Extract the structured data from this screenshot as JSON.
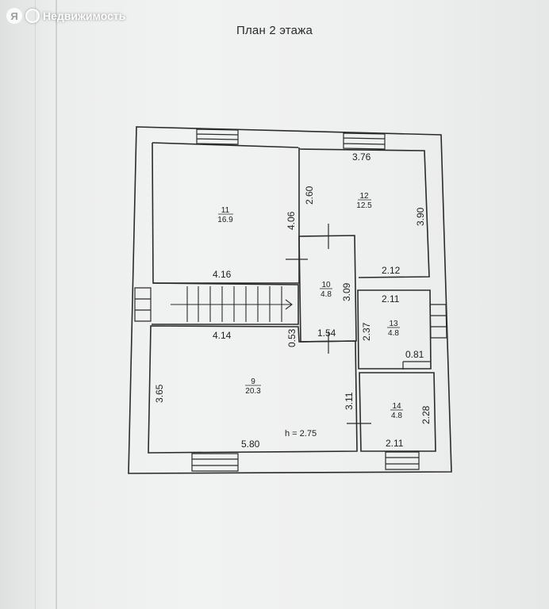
{
  "watermark": {
    "logo": "Я",
    "text": "Недвижимость"
  },
  "title": "План 2 этажа",
  "rooms": [
    {
      "id": "room-11",
      "number": "11",
      "area": "16.9"
    },
    {
      "id": "room-12",
      "number": "12",
      "area": "12.5"
    },
    {
      "id": "room-10",
      "number": "10",
      "area": "4.8"
    },
    {
      "id": "room-13",
      "number": "13",
      "area": "4.8"
    },
    {
      "id": "room-9",
      "number": "9",
      "area": "20.3"
    },
    {
      "id": "room-14",
      "number": "14",
      "area": "4.8"
    }
  ],
  "dimensions": [
    {
      "id": "d-376",
      "text": "3.76"
    },
    {
      "id": "d-260",
      "text": "2.60"
    },
    {
      "id": "d-406",
      "text": "4.06"
    },
    {
      "id": "d-390",
      "text": "3.90"
    },
    {
      "id": "d-416",
      "text": "4.16"
    },
    {
      "id": "d-309",
      "text": "3.09"
    },
    {
      "id": "d-212",
      "text": "2.12"
    },
    {
      "id": "d-211a",
      "text": "2.11"
    },
    {
      "id": "d-414",
      "text": "4.14"
    },
    {
      "id": "d-053",
      "text": "0.53"
    },
    {
      "id": "d-154",
      "text": "1.54"
    },
    {
      "id": "d-237",
      "text": "2.37"
    },
    {
      "id": "d-081",
      "text": "0.81"
    },
    {
      "id": "d-365",
      "text": "3.65"
    },
    {
      "id": "d-311",
      "text": "3.11"
    },
    {
      "id": "d-228",
      "text": "2.28"
    },
    {
      "id": "d-580",
      "text": "5.80"
    },
    {
      "id": "d-211b",
      "text": "2.11"
    }
  ],
  "ceiling_height": "h = 2.75"
}
